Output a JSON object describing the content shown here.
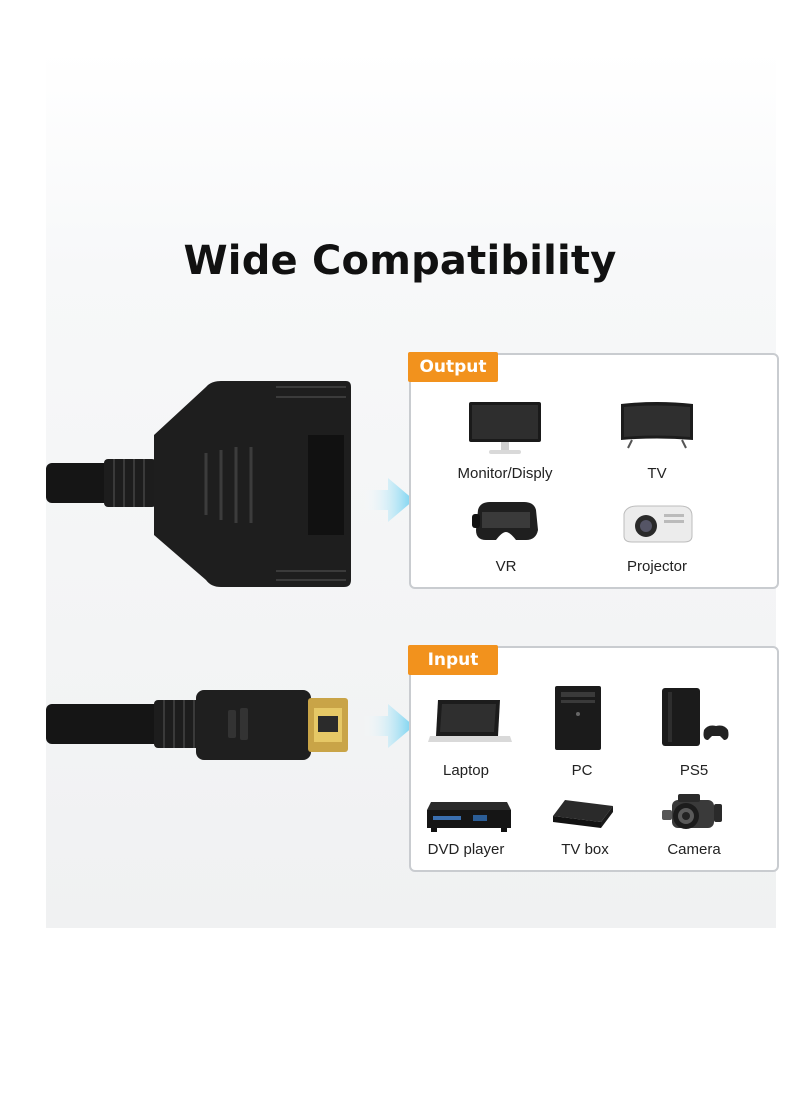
{
  "headline": "Wide Compatibility",
  "output": {
    "badge": "Output",
    "devices": [
      "Monitor/Disply",
      "TV",
      "VR",
      "Projector"
    ]
  },
  "input": {
    "badge": "Input",
    "devices": [
      "Laptop",
      "PC",
      "PS5",
      "DVD player",
      "TV box",
      "Camera"
    ]
  },
  "colors": {
    "badge": "#f2921d",
    "arrow": "#6fd0f0",
    "card_border": "#c9ccd0",
    "cable": "#1a1a1a",
    "connector_gold": "#c9a447"
  },
  "icons": [
    "hdmi-splitter-female-icon",
    "hdmi-male-plug-icon",
    "monitor-icon",
    "tv-icon",
    "vr-headset-icon",
    "projector-icon",
    "laptop-icon",
    "pc-tower-icon",
    "ps5-console-icon",
    "dvd-player-icon",
    "tv-box-icon",
    "camera-icon",
    "arrow-right-icon"
  ]
}
